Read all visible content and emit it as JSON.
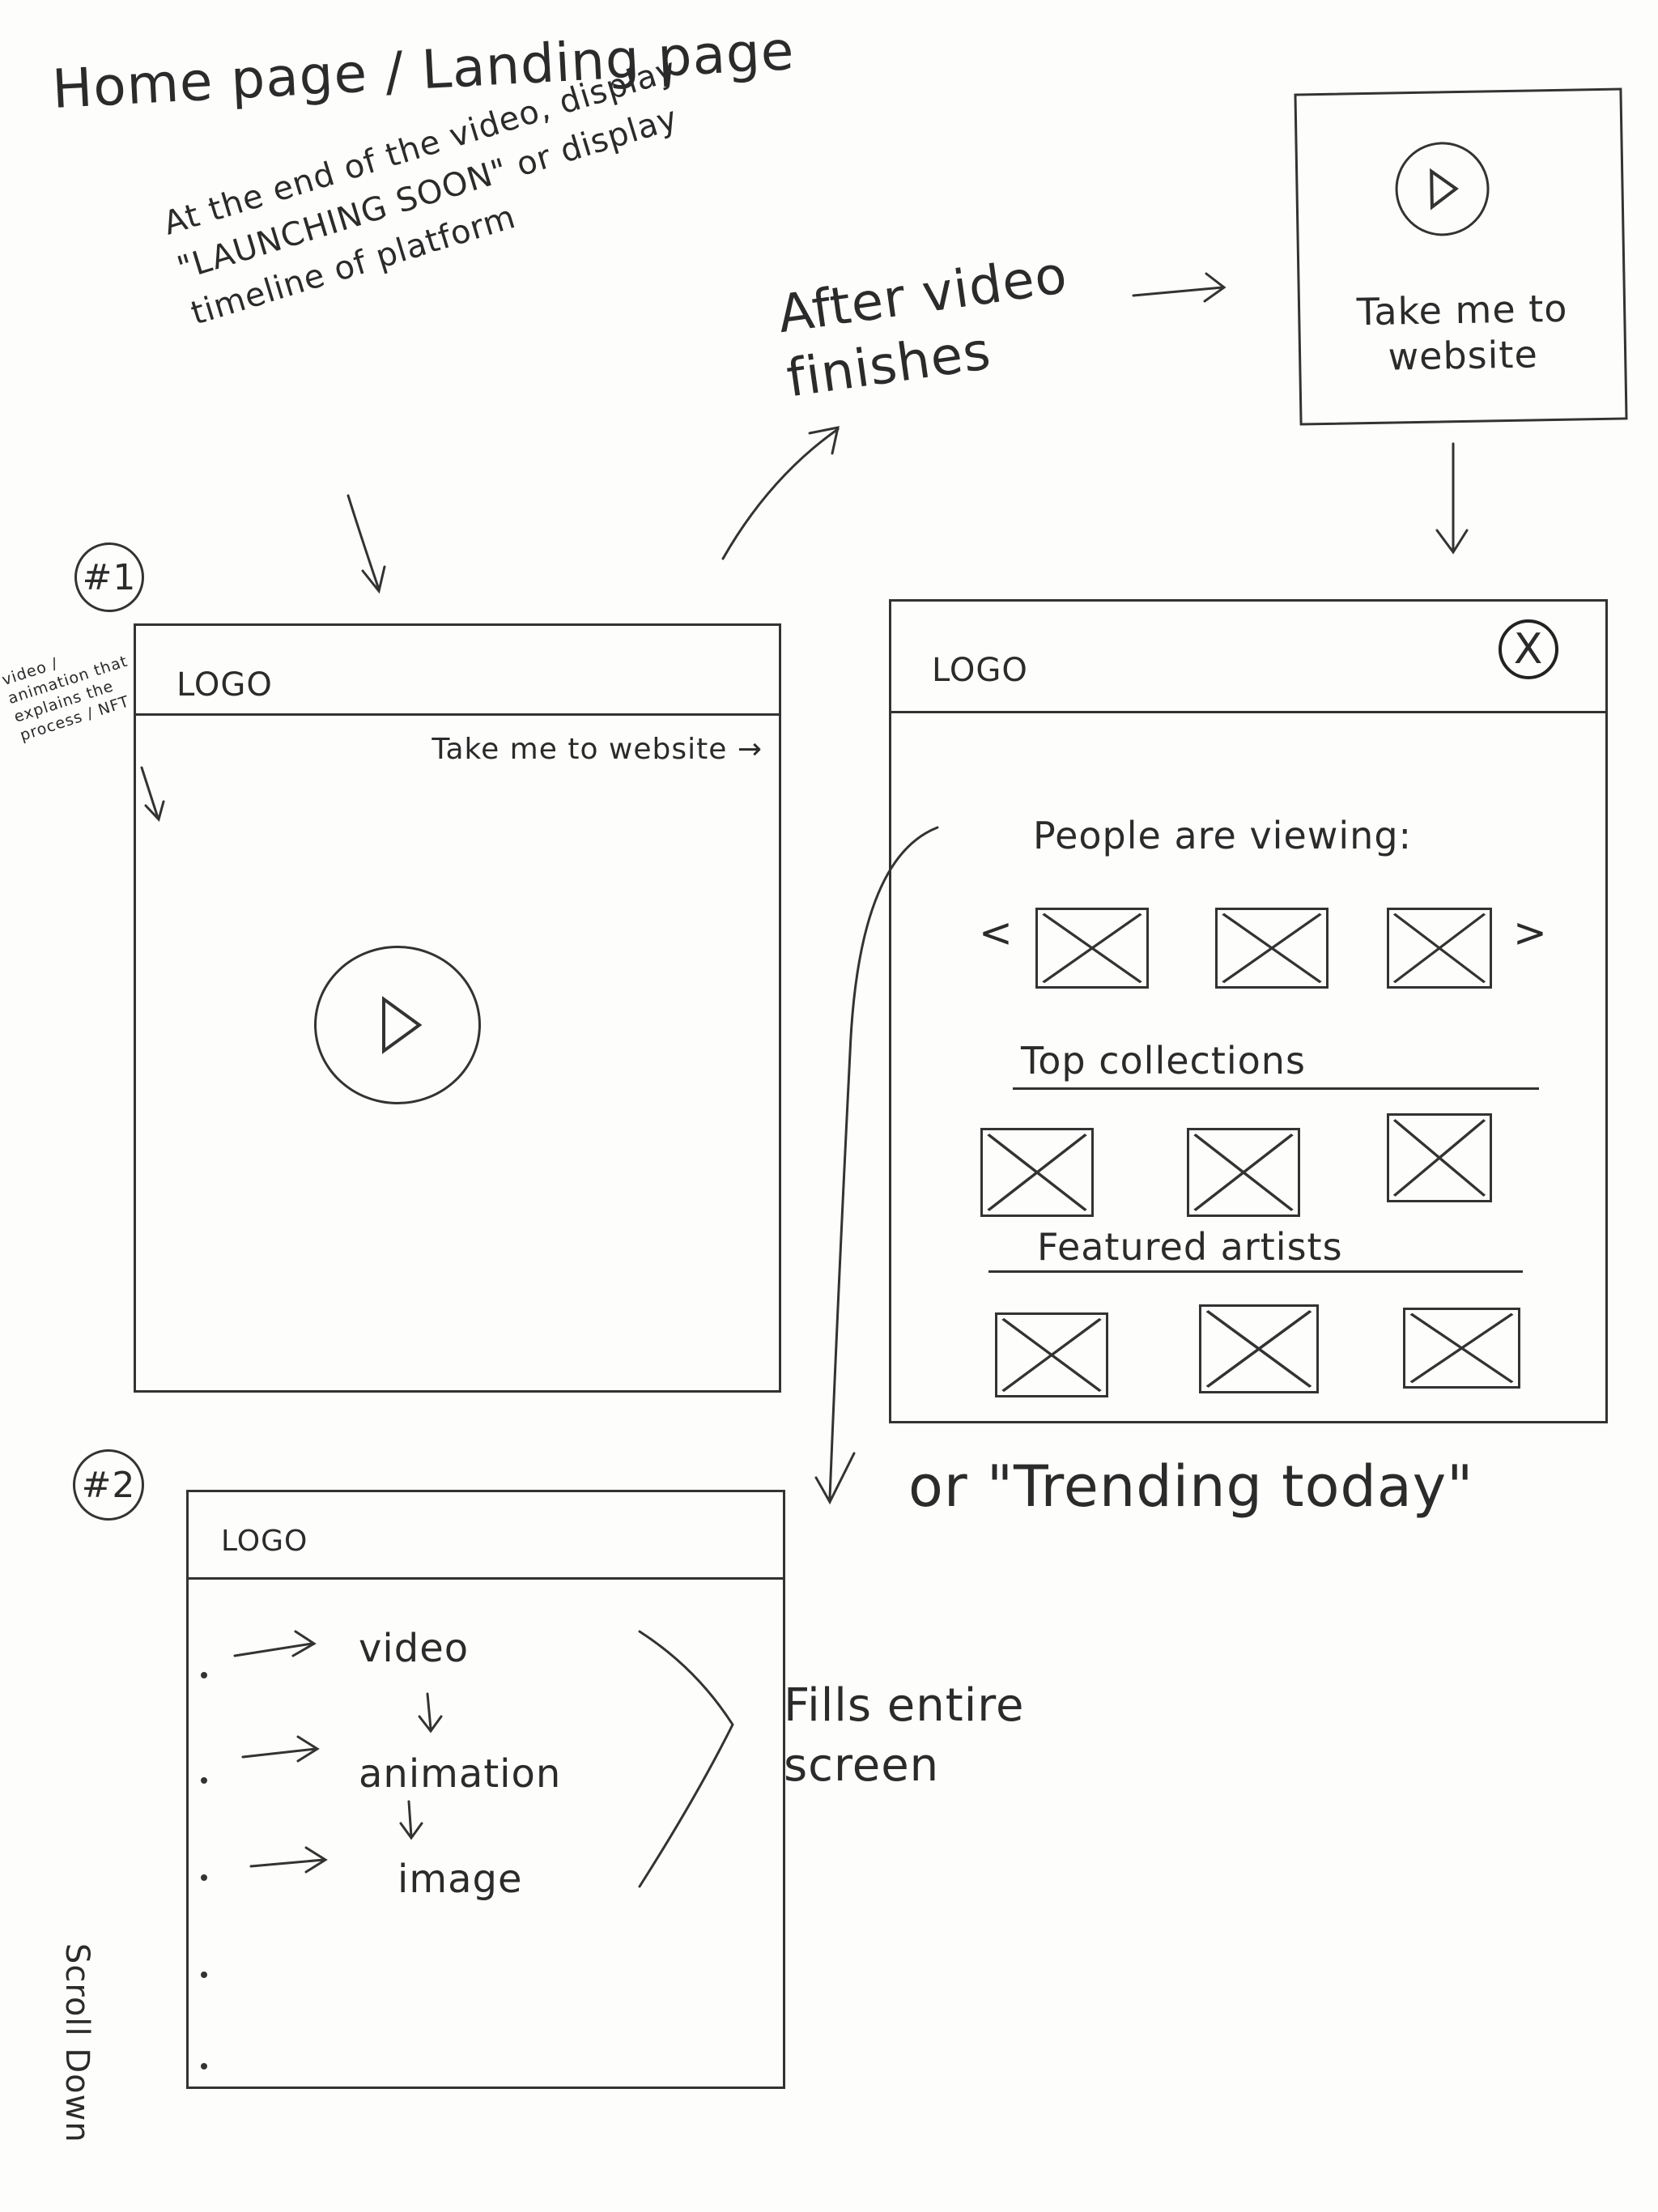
{
  "title": "Home page / Landing page",
  "note_top": "At the end of the video, display \"LAUNCHING SOON\" or display timeline of platform",
  "after_video": "After video finishes",
  "side_note": "video / animation that explains the process / NFT",
  "frame1": {
    "number": "#1",
    "logo": "LOGO",
    "take_me": "Take me to website →"
  },
  "popup": {
    "take_me": "Take me to website"
  },
  "frame2": {
    "logo": "LOGO",
    "close": "X",
    "sections": [
      {
        "label": "People are viewing:"
      },
      {
        "label": "Top collections"
      },
      {
        "label": "Featured artists"
      }
    ],
    "prev": "<",
    "next": ">"
  },
  "trending": "or \"Trending today\"",
  "frame3": {
    "number": "#2",
    "logo": "LOGO",
    "items": [
      "video",
      "animation",
      "image"
    ]
  },
  "fills": "Fills entire screen",
  "scroll_down": "Scroll Down",
  "icons": {
    "play": "play-icon",
    "close": "close-icon",
    "image_placeholder": "image-placeholder-icon",
    "arrow": "arrow-icon"
  }
}
